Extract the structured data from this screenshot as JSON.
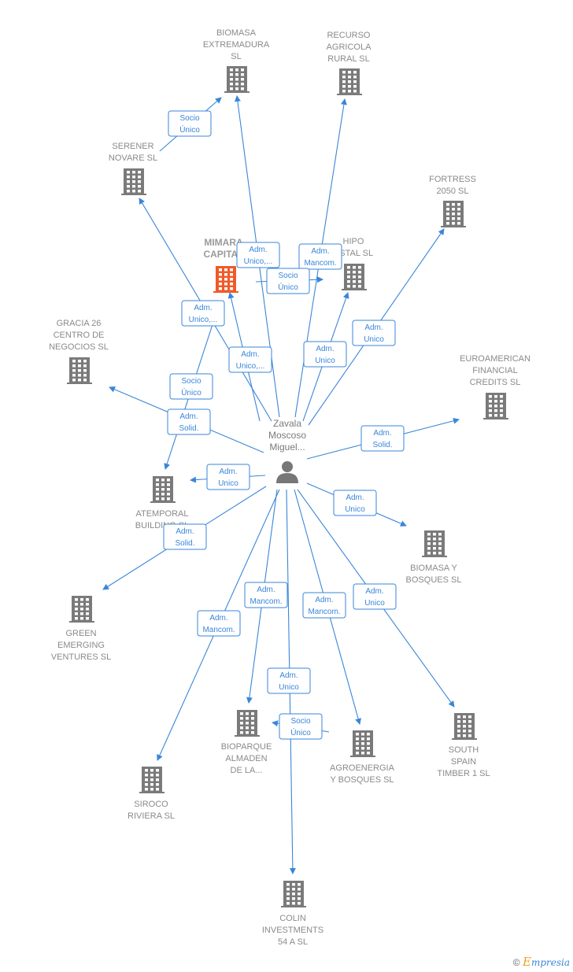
{
  "center": {
    "lines": [
      "Zavala",
      "Moscoso",
      "Miguel..."
    ]
  },
  "companies": [
    {
      "id": "biomasa_extremadura",
      "lines": [
        "BIOMASA",
        "EXTREMADURA",
        "SL"
      ],
      "highlight": false
    },
    {
      "id": "recurso_agricola",
      "lines": [
        "RECURSO",
        "AGRICOLA",
        "RURAL SL"
      ],
      "highlight": false
    },
    {
      "id": "serener",
      "lines": [
        "SERENER",
        "NOVARE  SL"
      ],
      "highlight": false
    },
    {
      "id": "fortress",
      "lines": [
        "FORTRESS",
        "2050  SL"
      ],
      "highlight": false
    },
    {
      "id": "mimara",
      "lines": [
        "MIMARA",
        "CAPITAL"
      ],
      "highlight": true
    },
    {
      "id": "hipo",
      "lines": [
        "HIPO",
        "ESTAL  SL"
      ],
      "highlight": false
    },
    {
      "id": "gracia26",
      "lines": [
        "GRACIA 26",
        "CENTRO DE",
        "NEGOCIOS  SL"
      ],
      "highlight": false
    },
    {
      "id": "euroamerican",
      "lines": [
        "EUROAMERICAN",
        "FINANCIAL",
        "CREDITS SL"
      ],
      "highlight": false
    },
    {
      "id": "atemporal",
      "lines": [
        "ATEMPORAL",
        "BUILDING  SL"
      ],
      "highlight": false
    },
    {
      "id": "biomasa_bosques",
      "lines": [
        "BIOMASA Y",
        "BOSQUES SL"
      ],
      "highlight": false
    },
    {
      "id": "green_emerging",
      "lines": [
        "GREEN",
        "EMERGING",
        "VENTURES SL"
      ],
      "highlight": false
    },
    {
      "id": "bioparque",
      "lines": [
        "BIOPARQUE",
        "ALMADEN",
        "DE LA..."
      ],
      "highlight": false
    },
    {
      "id": "agroenergia",
      "lines": [
        "AGROENERGIA",
        "Y BOSQUES SL"
      ],
      "highlight": false
    },
    {
      "id": "south_spain",
      "lines": [
        "SOUTH",
        "SPAIN",
        "TIMBER 1  SL"
      ],
      "highlight": false
    },
    {
      "id": "siroco",
      "lines": [
        "SIROCO",
        "RIVIERA  SL"
      ],
      "highlight": false
    },
    {
      "id": "colin",
      "lines": [
        "COLIN",
        "INVESTMENTS",
        "54 A  SL"
      ],
      "highlight": false
    }
  ],
  "relations": [
    {
      "from": "person",
      "to": "biomasa_extremadura",
      "lines": [
        "Adm.",
        "Unico,..."
      ]
    },
    {
      "from": "person",
      "to": "recurso_agricola",
      "lines": [
        "Adm.",
        "Mancom."
      ]
    },
    {
      "from": "serener",
      "to": "biomasa_extremadura",
      "lines": [
        "Socio",
        "Único"
      ]
    },
    {
      "from": "person",
      "to": "serener",
      "lines": [
        "Adm.",
        "Unico,..."
      ]
    },
    {
      "from": "person",
      "to": "mimara",
      "lines": [
        "Adm.",
        "Unico,..."
      ]
    },
    {
      "from": "mimara",
      "to": "hipo",
      "lines": [
        "Socio",
        "Único"
      ]
    },
    {
      "from": "person",
      "to": "hipo",
      "lines": [
        "Adm.",
        "Unico"
      ]
    },
    {
      "from": "person",
      "to": "fortress",
      "lines": [
        "Adm.",
        "Unico"
      ]
    },
    {
      "from": "person",
      "to": "gracia26",
      "lines": [
        "Adm.",
        "Solid."
      ]
    },
    {
      "from": "mimara",
      "to": "atemporal",
      "lines": [
        "Socio",
        "Único"
      ]
    },
    {
      "from": "person",
      "to": "euroamerican",
      "lines": [
        "Adm.",
        "Solid."
      ]
    },
    {
      "from": "person",
      "to": "atemporal",
      "lines": [
        "Adm.",
        "Unico"
      ]
    },
    {
      "from": "person",
      "to": "biomasa_bosques",
      "lines": [
        "Adm.",
        "Unico"
      ]
    },
    {
      "from": "person",
      "to": "green_emerging",
      "lines": [
        "Adm.",
        "Solid."
      ]
    },
    {
      "from": "person",
      "to": "bioparque",
      "lines": [
        "Adm.",
        "Mancom."
      ]
    },
    {
      "from": "person",
      "to": "agroenergia",
      "lines": [
        "Adm.",
        "Mancom."
      ]
    },
    {
      "from": "person",
      "to": "south_spain",
      "lines": [
        "Adm.",
        "Unico"
      ]
    },
    {
      "from": "person",
      "to": "siroco",
      "lines": [
        "Adm.",
        "Mancom."
      ]
    },
    {
      "from": "person",
      "to": "colin",
      "lines": [
        "Adm.",
        "Unico"
      ]
    },
    {
      "from": "agroenergia",
      "to": "bioparque",
      "lines": [
        "Socio",
        "Único"
      ]
    }
  ],
  "colors": {
    "edge": "#3a86d8",
    "building": "#7a7a7a",
    "building_highlight": "#f05a28",
    "person": "#777777"
  },
  "footer": {
    "copyright": "©",
    "brand_first": "E",
    "brand_rest": "mpresia"
  }
}
